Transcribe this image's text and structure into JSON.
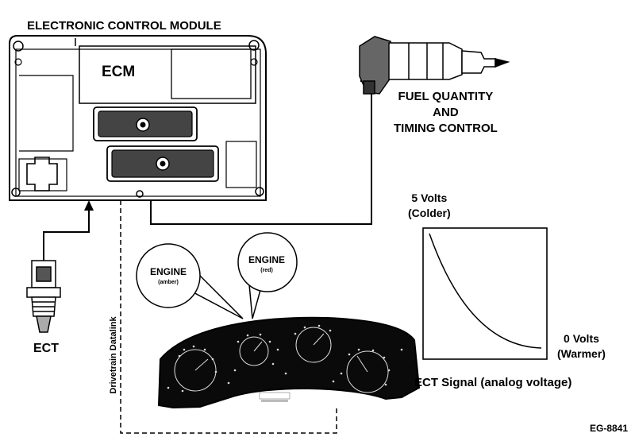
{
  "labels": {
    "title": "ELECTRONIC CONTROL MODULE",
    "ecm": "ECM",
    "fuel_line1": "FUEL QUANTITY",
    "fuel_line2": "AND",
    "fuel_line3": "TIMING CONTROL",
    "ect": "ECT",
    "datalink": "Drivetrain  Datalink",
    "volts_high": "5 Volts",
    "volts_high_note": "(Colder)",
    "volts_low": "0  Volts",
    "volts_low_note": "(Warmer)",
    "signal_caption": "ECT Signal (analog voltage)",
    "figure_ref": "EG-8841"
  },
  "indicators": [
    {
      "label": "ENGINE",
      "color_note": "(amber)"
    },
    {
      "label": "ENGINE",
      "color_note": "(red)"
    }
  ],
  "colors": {
    "line": "#000000",
    "background": "#ffffff",
    "cluster": "#0a0a0a"
  }
}
